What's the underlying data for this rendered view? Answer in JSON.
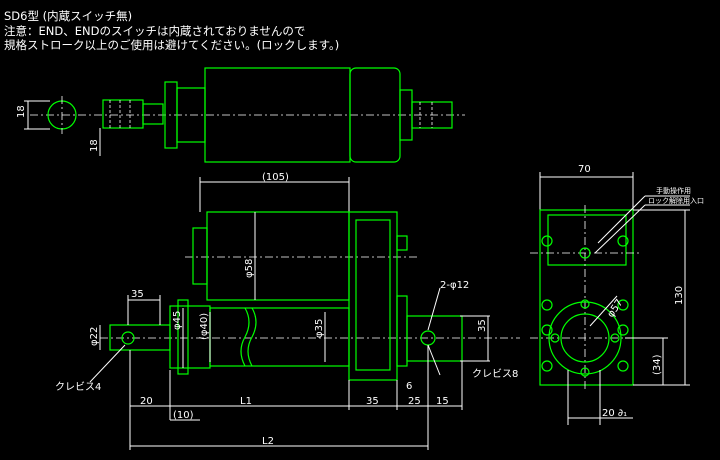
{
  "header": {
    "title": "SD6型 (内蔵スイッチ無)",
    "note_line1": "注意：END、ENDのスイッチは内蔵されておりませんので",
    "note_line2": "規格ストローク以上のご使用は避けてください。(ロックします。)"
  },
  "dims": {
    "d18_top": "18",
    "d18_left": "18",
    "d105": "(105)",
    "d58": "φ58",
    "d35_top": "35",
    "d22": "φ22",
    "d45": "φ45",
    "d40": "(φ40)",
    "d35_rod": "φ35",
    "d2_12": "2-φ12",
    "d35_side": "35",
    "d6": "6",
    "clevis_left": "クレビス4",
    "clevis_right": "クレビス8",
    "d20": "20",
    "d10": "(10)",
    "dL1": "L1",
    "d35_bottom": "35",
    "d25": "25",
    "d15": "15",
    "dL2": "L2",
    "d70": "70",
    "d130": "130",
    "d34": "(34)",
    "d57": "φ57",
    "d20_dr": "20 ∂₁",
    "note_a": "手動操作用",
    "note_b": "ロック解除用入口"
  }
}
